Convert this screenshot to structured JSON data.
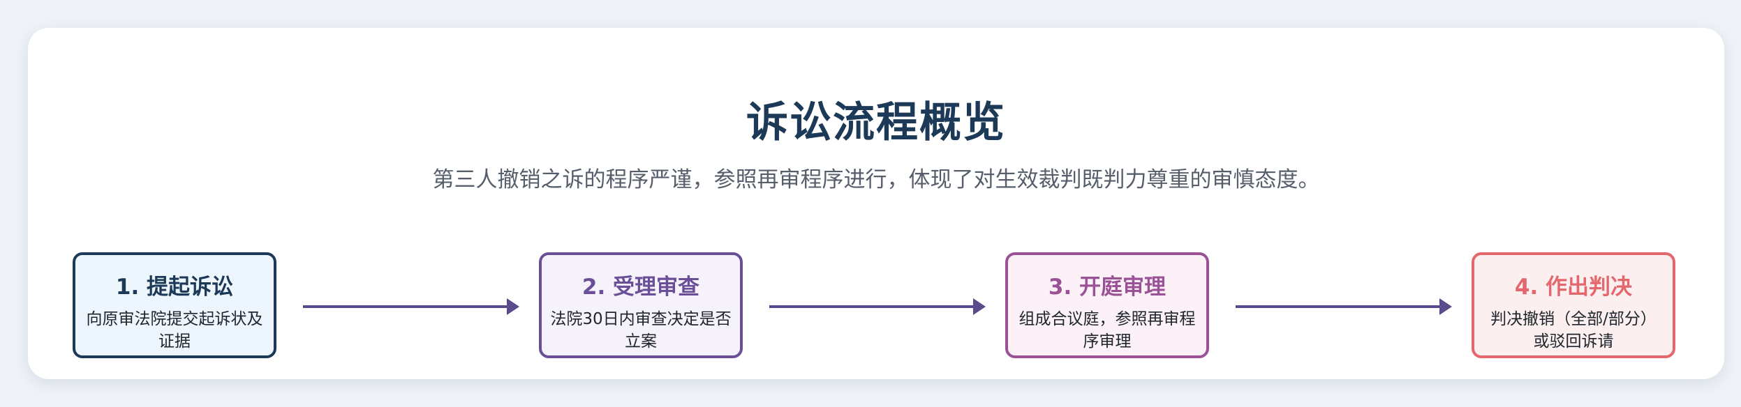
{
  "title": "诉讼流程概览",
  "subtitle": "第三人撤销之诉的程序严谨，参照再审程序进行，体现了对生效裁判既判力尊重的审慎态度。",
  "steps": [
    {
      "title": "1. 提起诉讼",
      "desc": "向原审法院提交起诉状及证据",
      "color": "#1c3a57",
      "bg": "#eef6fd"
    },
    {
      "title": "2. 受理审查",
      "desc": "法院30日内审查决定是否立案",
      "color": "#6a4f96",
      "bg": "#f5f2fc"
    },
    {
      "title": "3. 开庭审理",
      "desc": "组成合议庭，参照再审程序审理",
      "color": "#9b5196",
      "bg": "#fbf1f7"
    },
    {
      "title": "4. 作出判决",
      "desc": "判决撤销（全部/部分）或驳回诉请",
      "color": "#e4676d",
      "bg": "#fcefef"
    }
  ],
  "arrow_color": "#5b4a8c"
}
